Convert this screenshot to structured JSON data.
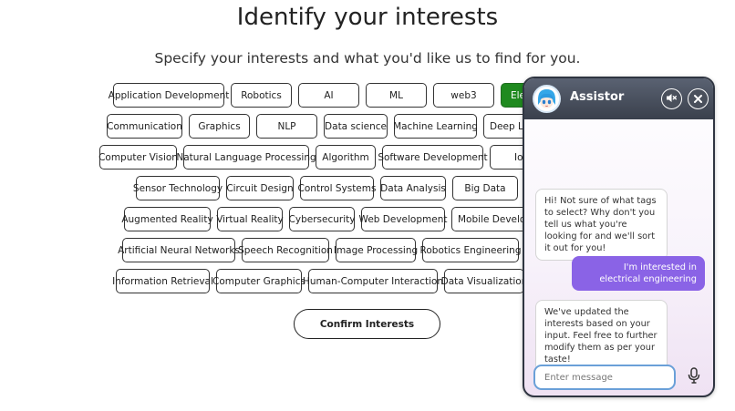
{
  "page": {
    "title": "Identify your interests",
    "subtitle": "Specify your interests and what you'd like us to find for you.",
    "confirm_label": "Confirm Interests"
  },
  "tag_rows": [
    [
      "Application Development",
      "Robotics",
      "AI",
      "ML",
      "web3",
      "Elect"
    ],
    [
      "Communication",
      "Graphics",
      "NLP",
      "Data science",
      "Machine Learning",
      "Deep Learn"
    ],
    [
      "Computer Vision",
      "Natural Language Processing",
      "Algorithm",
      "Software Development",
      "IoT"
    ],
    [
      "Sensor Technology",
      "Circuit Design",
      "Control Systems",
      "Data Analysis",
      "Big Data"
    ],
    [
      "Augmented Reality",
      "Virtual Reality",
      "Cybersecurity",
      "Web Development",
      "Mobile Developm"
    ],
    [
      "Artificial Neural Networks",
      "Speech Recognition",
      "Image Processing",
      "Robotics Engineering"
    ],
    [
      "Information Retrieval",
      "Computer Graphics",
      "Human-Computer Interaction",
      "Data Visualization"
    ]
  ],
  "selected_tags": [
    "Elect"
  ],
  "colors": {
    "selected_tag": "#1f8a1f",
    "chat_header": "#4a505c",
    "user_bubble": "#8a63e6",
    "input_border": "#6aa0d8"
  },
  "chat": {
    "title": "Assistor",
    "mute_icon": "speaker-mute-icon",
    "close_icon": "close-icon",
    "messages": [
      {
        "role": "bot",
        "text": "Hi! Not sure of what tags to select? Why don't you tell us what you're looking for and we'll sort it out for you!"
      },
      {
        "role": "user",
        "text": "I'm interested in electrical engineering"
      },
      {
        "role": "bot",
        "text": "We've updated the interests based on your input. Feel free to further modify them as per your taste!"
      }
    ],
    "input_placeholder": "Enter message",
    "mic_icon": "microphone-icon"
  }
}
